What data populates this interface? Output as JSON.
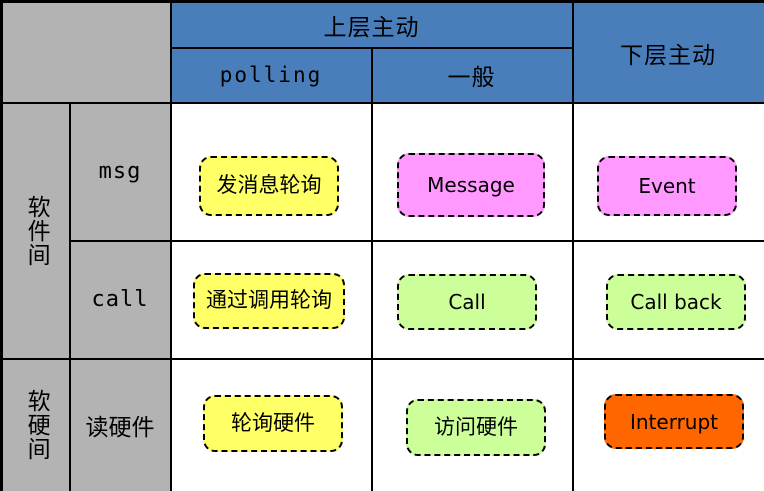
{
  "table": {
    "column_headers": {
      "group_top": "上层主动",
      "sub_left": "polling",
      "sub_right": "一般",
      "right_group": "下层主动"
    },
    "row_headers": {
      "group_software": "软件间",
      "group_hardware": "软硬间",
      "row_msg": "msg",
      "row_call": "call",
      "row_hw": "读硬件"
    },
    "cells": {
      "msg_polling": "发消息轮询",
      "msg_general": "Message",
      "msg_lower": "Event",
      "call_polling": "通过调用轮询",
      "call_general": "Call",
      "call_lower": "Call back",
      "hw_polling": "轮询硬件",
      "hw_general": "访问硬件",
      "hw_lower": "Interrupt"
    }
  },
  "colors": {
    "header_blue": "#4a7ebb",
    "row_header_gray": "#b3b3b3",
    "yellow": "#ffff66",
    "pink": "#ff99ff",
    "green": "#ccff99",
    "orange": "#ff6600",
    "border": "#000000"
  }
}
